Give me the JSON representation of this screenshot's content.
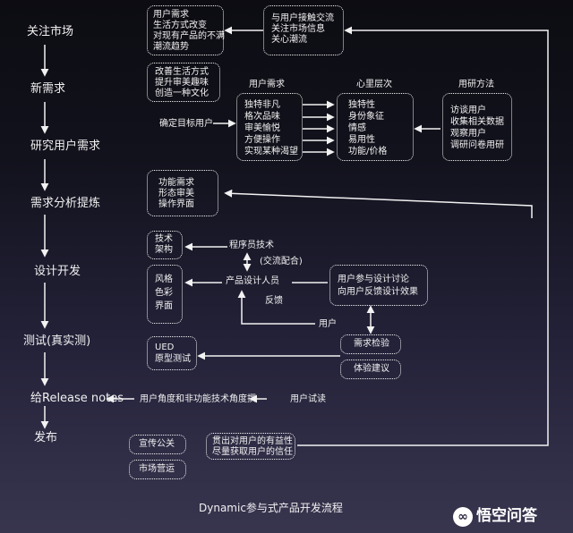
{
  "stages": [
    "关注市场",
    "新需求",
    "研究用户需求",
    "需求分析提炼",
    "设计开发",
    "测试(真实测)",
    "给Release notes",
    "发布"
  ],
  "boxes": {
    "user_need": [
      "用户需求",
      "生活方式改变",
      "对现有产品的不满",
      "潮流趋势"
    ],
    "contact": [
      "与用户接触交流",
      "关注市场信息",
      "关心潮流"
    ],
    "improve": [
      "改善生活方式",
      "提升审美趣味",
      "创造一种文化"
    ],
    "needs": [
      "独特非凡",
      "格次品味",
      "审美愉悦",
      "方便操作",
      "实现某种渴望"
    ],
    "psych": [
      "独特性",
      "身份象征",
      "情感",
      "易用性",
      "功能/价格"
    ],
    "methods": [
      "访谈用户",
      "收集相关数据",
      "观察用户",
      "调研问卷用研"
    ],
    "analysis": [
      "功能需求",
      "形态审美",
      "操作界面"
    ],
    "tech": [
      "技术",
      "架构"
    ],
    "style": [
      "风格",
      "色彩",
      "界面"
    ],
    "participate": [
      "用户参与设计讨论",
      "向用户反馈设计效果"
    ],
    "check": [
      "需求检验"
    ],
    "experience": [
      "体验建议"
    ],
    "ued": [
      "UED",
      "原型测试"
    ],
    "promo": [
      "宣传公关"
    ],
    "market_ops": [
      "市场营运"
    ],
    "feedback": [
      "贯出对用户的有益性",
      "尽量获取用户的信任"
    ]
  },
  "labels": {
    "needs_header": "用户需求",
    "psych_header": "心里层次",
    "methods_header": "用研方法",
    "target_user": "确定目标用户",
    "programmer": "程序员技术",
    "exchange": "(交流配合)",
    "designer": "产品设计人员",
    "feedback_label": "反馈",
    "user_label": "用户",
    "release_note": "用户角度和非功能技术角度撰",
    "user_trial": "用户试读"
  },
  "footer": {
    "title": "Dynamic参与式产品开发流程"
  },
  "logo": {
    "text": "悟空问答",
    "glyph": "∞"
  }
}
